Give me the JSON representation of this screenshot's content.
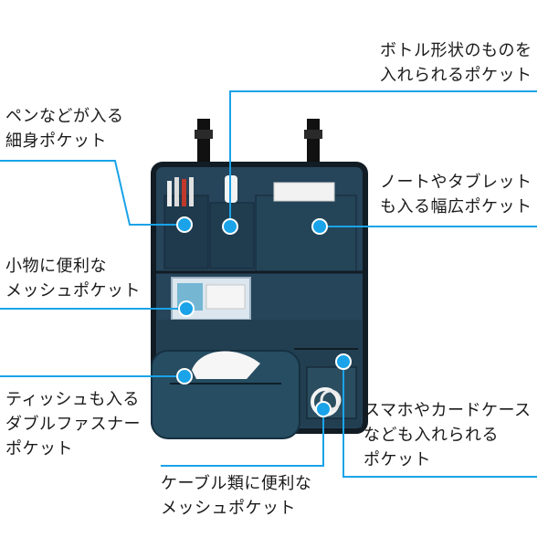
{
  "callouts": {
    "pen_pocket": {
      "line1": "ペンなどが入る",
      "line2": "細身ポケット"
    },
    "bottle_pocket": {
      "line1": "ボトル形状のものを",
      "line2": "入れられるポケット"
    },
    "wide_pocket": {
      "line1": "ノートやタブレット",
      "line2": "も入る幅広ポケット"
    },
    "mesh_small_pocket": {
      "line1": "小物に便利な",
      "line2": "メッシュポケット"
    },
    "tissue_pocket": {
      "line1": "ティッシュも入る",
      "line2": "ダブルファスナー",
      "line3": "ポケット"
    },
    "phone_pocket": {
      "line1": "スマホやカードケース",
      "line2": "なども入れられる",
      "line3": "ポケット"
    },
    "cable_pocket": {
      "line1": "ケーブル類に便利な",
      "line2": "メッシュポケット"
    }
  },
  "colors": {
    "organizer_body": "#26445a",
    "organizer_dark": "#1c3446",
    "border": "#121c24",
    "callout_line": "#1aa3e8",
    "callout_dot": "#1aa3e8"
  }
}
